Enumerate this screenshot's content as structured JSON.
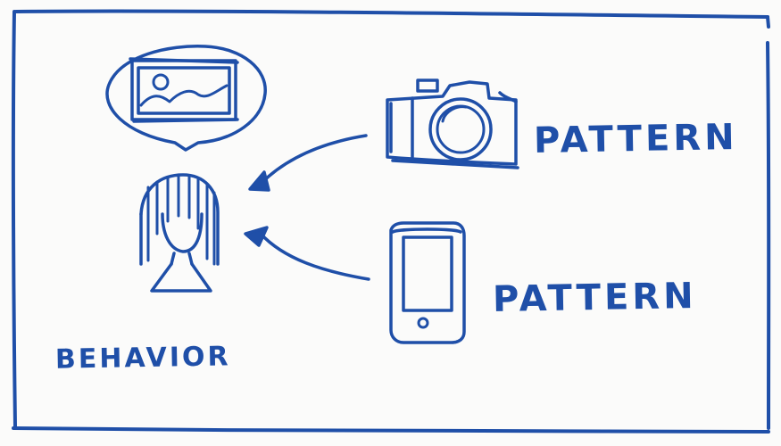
{
  "colors": {
    "ink": "#1f4fa8",
    "paper": "#fbfbfa"
  },
  "labels": {
    "behavior": "BEHAVIOR",
    "pattern_camera": "PATTERN",
    "pattern_phone": "PATTERN"
  },
  "icons": {
    "thought": "image-icon",
    "person": "person-icon",
    "camera": "camera-icon",
    "phone": "phone-icon"
  }
}
